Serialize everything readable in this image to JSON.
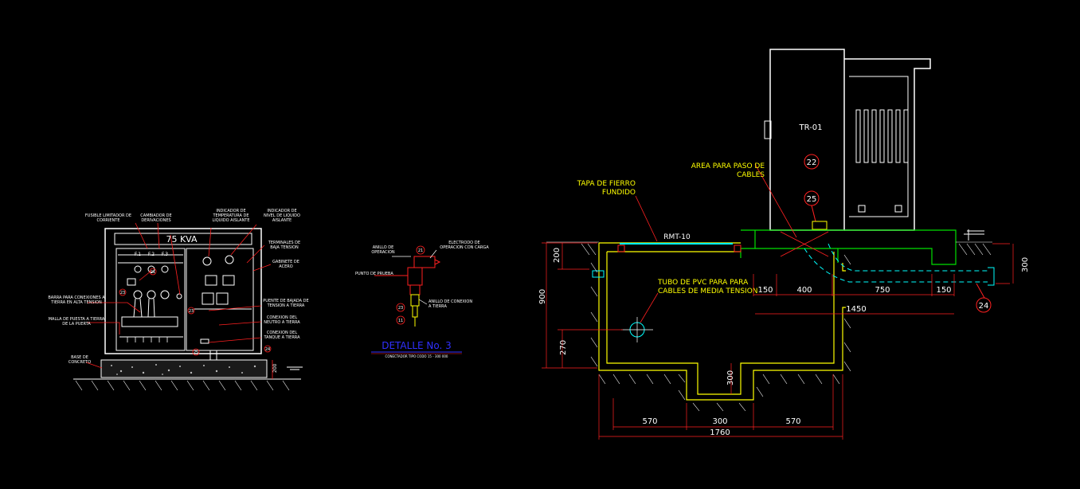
{
  "colors": {
    "background": "#000000",
    "outline": "#ffffff",
    "annotation": "#ff2020",
    "label_yellow": "#ffff00",
    "concrete_green": "#00e000",
    "cable_cyan": "#00ffff",
    "title_blue": "#3030ff"
  },
  "left_view": {
    "rating": "75 KVA",
    "fuse_labels": [
      "F.1",
      "F.2",
      "F.3"
    ],
    "callouts": {
      "fusible": "FUSIBLE LIMITADOR DE CORRIENTE",
      "cambiador": "CAMBIADOR DE DERIVACIONES",
      "indicador_temp": "INDICADOR DE TEMPERATURA DE LIQUIDO AISLANTE",
      "indicador_nivel": "INDICADOR DE NIVEL DE LIQUIDO AISLANTE",
      "terminales": "TERMINALES DE BAJA TENSION",
      "gabinete": "GABINETE DE ACERO",
      "barra": "BARRA PARA CONEXIONES A TIERRA EN ALTA TENSION",
      "malla": "MALLA DE PUESTA A TIERRA DE LA PUERTA",
      "puente": "PUENTE DE BAJADA DE TENSION A TIERRA",
      "conexion_neutro": "CONEXION DEL NEUTRO A TIERRA",
      "conexion_tanque": "CONEXION DEL TANQUE A TIERRA",
      "base": "BASE DE CONCRETO"
    },
    "balloons": [
      "21",
      "23",
      "23",
      "25",
      "24"
    ],
    "dim_base": "200"
  },
  "detail": {
    "title": "DETALLE No. 3",
    "subtitle": "CONECTADOR TIPO CODO 15 - 300 000",
    "callouts": {
      "anillo_operacion": "ANILLO DE OPERACION",
      "electrodo": "ELECTRODO DE OPERACION CON CARGA",
      "punto_prueba": "PUNTO DE PRUEBA",
      "anillo_conexion": "ANILLO DE CONEXION A TIERRA"
    },
    "balloons": [
      "21",
      "23",
      "11"
    ]
  },
  "right_view": {
    "transformer_tag": "TR-01",
    "balloons": {
      "b22": "22",
      "b25": "25",
      "b24": "24"
    },
    "area_paso": "AREA PARA PASO DE CABLES",
    "tapa": "TAPA DE FIERRO FUNDIDO",
    "rmt": "RMT-10",
    "tubo": "TUBO DE PVC PARA PARA CABLES DE MEDIA TENSION",
    "dims": {
      "d200": "200",
      "d900": "900",
      "d270": "270",
      "d300_pit": "300",
      "d150a": "150",
      "d400": "400",
      "d750": "750",
      "d150b": "150",
      "d1450": "1450",
      "d300_right": "300",
      "d570a": "570",
      "d300_bottom": "300",
      "d570b": "570",
      "d1760": "1760"
    }
  }
}
